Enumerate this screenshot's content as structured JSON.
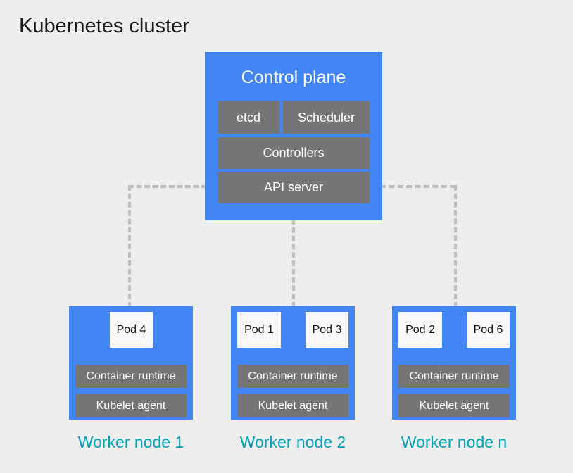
{
  "diagram": {
    "title": "Kubernetes cluster",
    "background_color": "#EEEEEE",
    "accent_blue": "#4285F4",
    "component_gray": "#757575",
    "pod_white": "#F8F8F8",
    "caption_teal": "#00A3B5",
    "connector_gray": "#BDBDBD"
  },
  "control_plane": {
    "title": "Control plane",
    "components": [
      {
        "label": "etcd"
      },
      {
        "label": "Scheduler"
      },
      {
        "label": "Controllers"
      },
      {
        "label": "API server"
      }
    ]
  },
  "worker_nodes": [
    {
      "caption": "Worker node 1",
      "pods": [
        {
          "label": "Pod 4"
        }
      ],
      "components": [
        {
          "label": "Container runtime"
        },
        {
          "label": "Kubelet agent"
        }
      ]
    },
    {
      "caption": "Worker node 2",
      "pods": [
        {
          "label": "Pod 1"
        },
        {
          "label": "Pod 3"
        }
      ],
      "components": [
        {
          "label": "Container runtime"
        },
        {
          "label": "Kubelet agent"
        }
      ]
    },
    {
      "caption": "Worker node n",
      "pods": [
        {
          "label": "Pod 2"
        },
        {
          "label": "Pod 6"
        }
      ],
      "components": [
        {
          "label": "Container runtime"
        },
        {
          "label": "Kubelet agent"
        }
      ]
    }
  ]
}
